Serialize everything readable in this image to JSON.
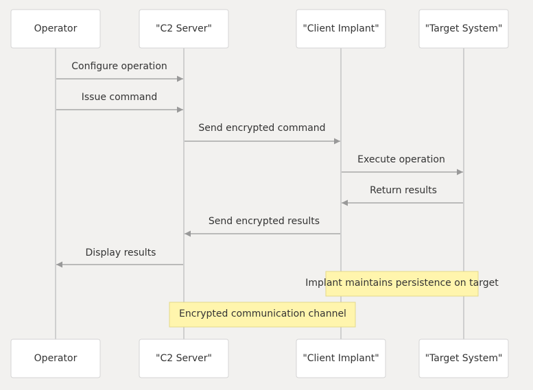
{
  "actors": [
    {
      "label": "Operator"
    },
    {
      "label": "\"C2 Server\""
    },
    {
      "label": "\"Client Implant\""
    },
    {
      "label": "\"Target System\""
    }
  ],
  "messages": [
    {
      "from": 0,
      "to": 1,
      "label": "Configure operation"
    },
    {
      "from": 0,
      "to": 1,
      "label": "Issue command"
    },
    {
      "from": 1,
      "to": 2,
      "label": "Send encrypted command"
    },
    {
      "from": 2,
      "to": 3,
      "label": "Execute operation"
    },
    {
      "from": 3,
      "to": 2,
      "label": "Return results"
    },
    {
      "from": 2,
      "to": 1,
      "label": "Send encrypted results"
    },
    {
      "from": 1,
      "to": 0,
      "label": "Display results"
    }
  ],
  "notes": [
    {
      "over": [
        2,
        3
      ],
      "label": "Implant maintains persistence on target"
    },
    {
      "over": [
        1,
        2
      ],
      "label": "Encrypted communication channel"
    }
  ],
  "colors": {
    "background": "#f2f1ef",
    "actor_fill": "#ffffff",
    "lifeline": "#cfcfcf",
    "arrow": "#999999",
    "note_fill": "#fff5ad"
  }
}
